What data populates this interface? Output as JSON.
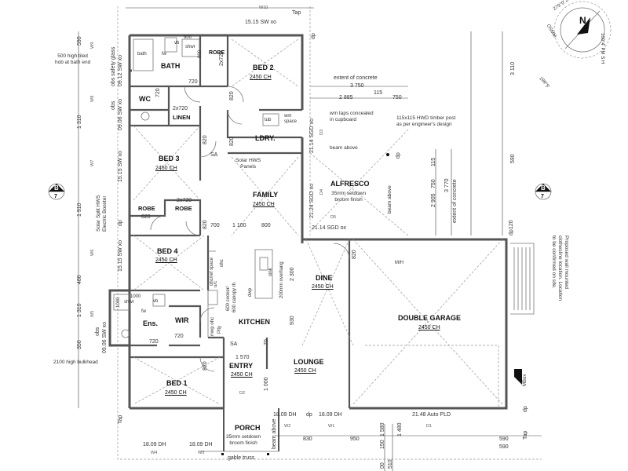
{
  "rooms": {
    "bath": "BATH",
    "bed2": "BED 2",
    "robe_top": "ROBE",
    "wc": "WC",
    "linen": "LINEN",
    "ldry": "LDRY.",
    "bed3": "BED 3",
    "robe_left": "ROBE",
    "robe_mid": "ROBE",
    "family": "FAMILY",
    "alfresco": "ALFRESCO",
    "bed4": "BED 4",
    "dine": "DINE",
    "double_garage": "DOUBLE GARAGE",
    "ens": "Ens.",
    "wir": "WIR",
    "kitchen": "KITCHEN",
    "entry": "ENTRY",
    "lounge": "LOUNGE",
    "bed1": "BED 1",
    "porch": "PORCH"
  },
  "ceilings": {
    "bed2": "2450 CH",
    "bed3": "2450 CH",
    "family": "2450 CH",
    "bed4": "2450 CH",
    "dine": "2450 CH",
    "garage": "2450 CH",
    "entry": "2450 CH",
    "lounge": "2450 CH",
    "bed1": "2450 CH"
  },
  "fixtures": {
    "bath_bath": "bath",
    "bath_fw": "fw",
    "bath_vb": "vb",
    "bath_shwr": "shwr",
    "bath_900a": "900",
    "bath_900b": "900",
    "ens_shwr": "shwr",
    "ens_vb": "vb",
    "ens_fw": "fw",
    "ens_1000a": "1000",
    "ens_1000b": "1000",
    "tub": "tub",
    "wm_space": "wm\nspace",
    "mh": "M/H",
    "mbox": "MBox",
    "dwp": "dwp",
    "sink": "sink",
    "plty": "Plty",
    "mwp_ohc": "mwp ohc",
    "uc": "u/c",
    "cooker": "600 cooker/",
    "canopy": "600 canopy rh",
    "ohc_space": "ohc/ref space",
    "ohc": "ohc",
    "overhang": "200mm overhang"
  },
  "windows": {
    "w10": "W10",
    "w9": "W9",
    "w8": "W8",
    "w7": "W7",
    "w6": "W6",
    "w5": "W5",
    "w4": "W4",
    "w3": "W3",
    "w2": "W2",
    "w1": "W1",
    "d1": "D1",
    "d2": "D2",
    "d3": "D3",
    "d4": "D4",
    "d5": "D5"
  },
  "dims": {
    "top_sw": "15.15 SW xo",
    "tap_top": "Tap",
    "d720a": "720",
    "d720b": "720",
    "d720c": "720",
    "d720d": "720",
    "d2x720a": "2x720",
    "d2x720b": "2x720",
    "d2x720c": "2x720",
    "d820a": "820",
    "d820b": "820",
    "d820c": "820",
    "d820d": "820",
    "d820e": "820",
    "d820f": "820",
    "d820g": "820",
    "d700": "700",
    "d1100": "1 100",
    "d800": "800",
    "d2300": "2 300",
    "d930": "930",
    "d70": "70",
    "d1570": "1 570",
    "d1000": "1 000",
    "sgd_2114a": "21.14 SGD xo",
    "sgd_2124": "21.24 SGD xo",
    "sgd_2114b": "21.14 SGD ox",
    "sa1": "SA",
    "sa2": "SA",
    "dp1": "dp",
    "dp2": "dp",
    "dp3": "dp",
    "dp4": "dp",
    "dp5": "dp",
    "dp6": "dp",
    "ext_conc": "extent of concrete",
    "d3750": "3 750",
    "d2885": "2 885",
    "d115a": "115",
    "d750": "750",
    "d3110": "3 110",
    "d590a": "590",
    "d590b": "590",
    "d590c": "590",
    "d115b": "115",
    "d750b": "750",
    "d2905": "2 905",
    "d3770": "3 770",
    "ext_conc2": "extent of concrete",
    "d120": "120",
    "left_1310a": "1 310",
    "left_1910": "1 910",
    "left_480": "480",
    "left_1310b": "1 310",
    "left_350": "350",
    "tap_left": "Tap",
    "sw_0912": "09.12 SW xo",
    "sw_0906a": "09.06 SW xo",
    "sw_1515a": "15.15 SW xo",
    "sw_1515b": "15.15 SW xo",
    "sw_0906b": "09.06 SW xo",
    "obs_safety": "obs safety glass",
    "obs1": "obs",
    "obs2": "obs",
    "dh_1809a": "18.09 DH",
    "dh_1809b": "18.09 DH",
    "dh_1809c": "18.09 DH",
    "dh_1809d": "18.09 DH",
    "auto_pld": "21.48 Auto PLD",
    "b830": "830",
    "b950": "950",
    "b1580": "1 580",
    "b1480": "1 480",
    "b150": "150",
    "b00": "00",
    "b510": "510",
    "b590": "590",
    "tap_br": "Tap",
    "gable": "gable truss",
    "beam_above_v": "beam above"
  },
  "notes": {
    "tiled_hob": "500 high tiled\nhob at bath end",
    "hws": "Solar Split HWS\nElectric Booster",
    "solar_panels": "Solar HWS\nPanels",
    "wm_taps": "wm taps concealed\nin cupboard",
    "post": "115x115 HWD timber post\nas per engineer's design",
    "beam_above": "beam above",
    "alf_setdown": "35mm setdown\nbroom finish",
    "porch_setdown": "35mm setdown\nbroom finish",
    "bulkhead": "2100 high bulkhead",
    "clothesline": "Proposed wall mounted\nclothesline location. Location\nto be confirmed on site."
  },
  "section_marks": {
    "left_letter": "B",
    "left_num": "7",
    "right_letter": "B",
    "right_num": "7"
  },
  "compass": {
    "north": "N",
    "bearing_top": "279°0' 20 PM S H",
    "bearing_r": "100°4'  PM S H",
    "bearing_l": "OSMM",
    "bearing_b": "189°5'"
  }
}
